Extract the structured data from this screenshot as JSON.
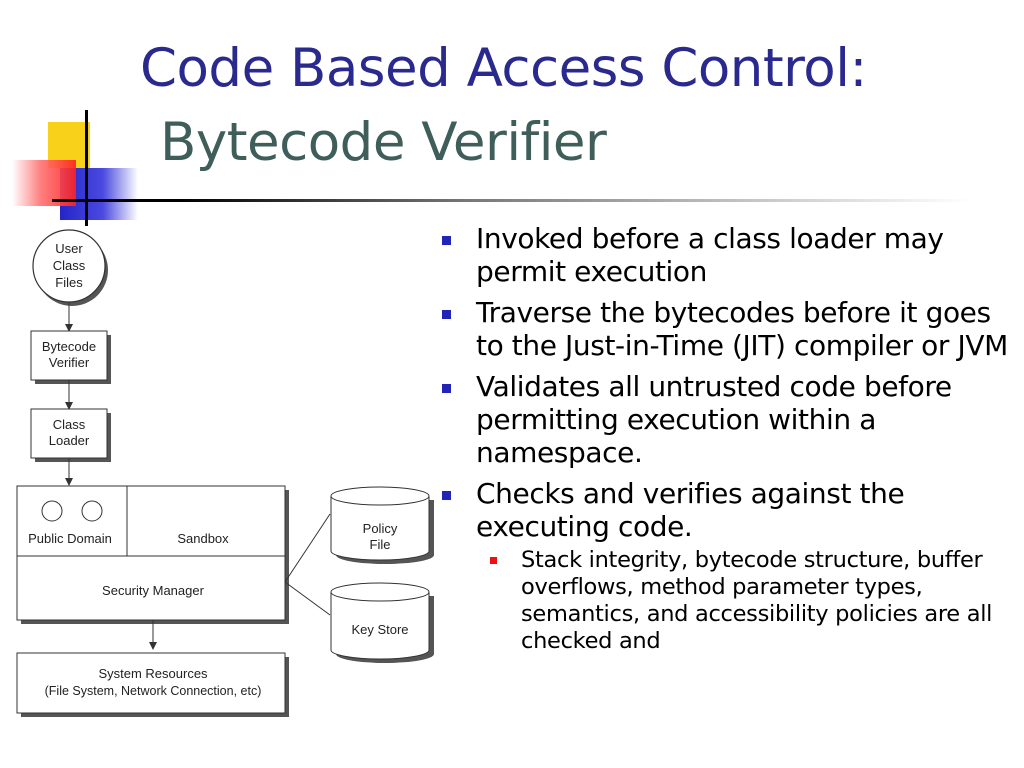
{
  "title": {
    "line1": "Code Based Access Control:",
    "line2": "Bytecode Verifier"
  },
  "colors": {
    "title_primary": "#2a2a8e",
    "title_secondary": "#3f5e5a",
    "bullet_marker": "#2323b9",
    "sub_bullet_marker": "#e11111",
    "deco_yellow": "#f7d11a",
    "deco_blue": "#2525c8",
    "deco_red": "#ff2020"
  },
  "diagram": {
    "user_class_files": [
      "User",
      "Class",
      "Files"
    ],
    "bytecode_verifier": [
      "Bytecode",
      "Verifier"
    ],
    "class_loader": [
      "Class",
      "Loader"
    ],
    "public_domain": "Public Domain",
    "sandbox": "Sandbox",
    "security_manager": "Security Manager",
    "policy_file": [
      "Policy",
      "File"
    ],
    "key_store": "Key Store",
    "system_resources": [
      "System Resources",
      "(File System, Network Connection, etc)"
    ]
  },
  "bullets": [
    {
      "text": "Invoked before a class loader may permit execution"
    },
    {
      "text": "Traverse the bytecodes before it goes to the Just-in-Time (JIT) compiler or JVM"
    },
    {
      "text": "Validates all untrusted code before permitting execution within a namespace."
    },
    {
      "text": "Checks and verifies against the executing code."
    }
  ],
  "sub_bullets": [
    {
      "text": "Stack integrity, bytecode structure, buffer overflows, method parameter types, semantics, and accessibility policies are all checked and"
    }
  ]
}
